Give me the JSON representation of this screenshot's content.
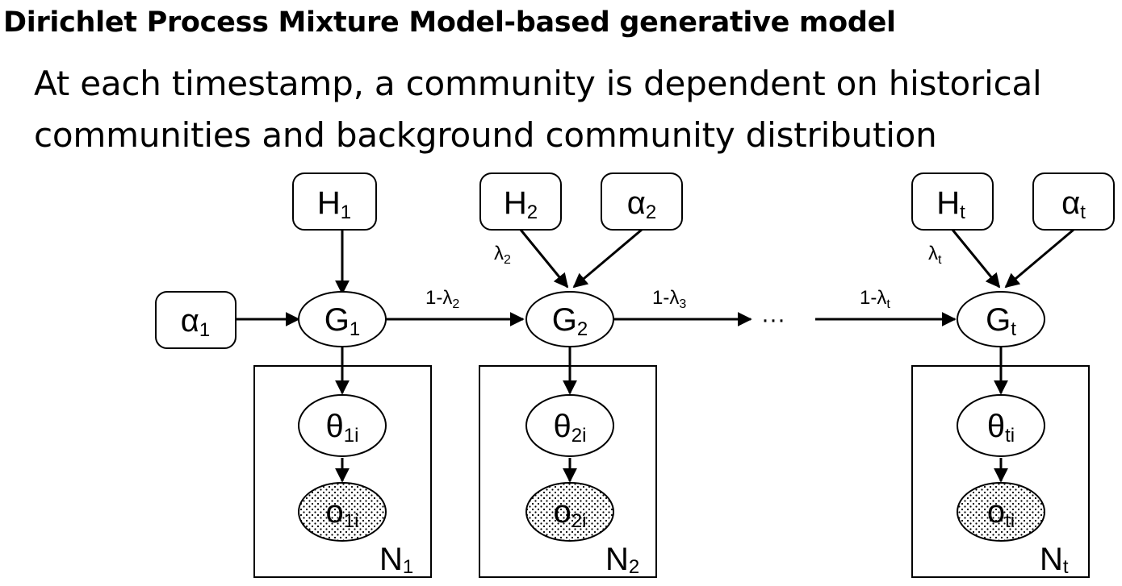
{
  "header": {
    "title": "Dirichlet Process Mixture Model-based generative model",
    "subtitle_lines": [
      "At each timestamp, a community is dependent on historical",
      "communities and background community distribution"
    ]
  },
  "diagram": {
    "nodes": {
      "H1": {
        "sym": "H",
        "sub": "1"
      },
      "H2": {
        "sym": "H",
        "sub": "2"
      },
      "Ht": {
        "sym": "H",
        "sub": "t"
      },
      "a1": {
        "sym": "α",
        "sub": "1"
      },
      "a2": {
        "sym": "α",
        "sub": "2"
      },
      "at": {
        "sym": "α",
        "sub": "t"
      },
      "G1": {
        "sym": "G",
        "sub": "1"
      },
      "G2": {
        "sym": "G",
        "sub": "2"
      },
      "Gt": {
        "sym": "G",
        "sub": "t"
      },
      "th1": {
        "sym": "θ",
        "sub": "1i"
      },
      "th2": {
        "sym": "θ",
        "sub": "2i"
      },
      "tht": {
        "sym": "θ",
        "sub": "ti"
      },
      "o1": {
        "sym": "o",
        "sub": "1i"
      },
      "o2": {
        "sym": "o",
        "sub": "2i"
      },
      "ot": {
        "sym": "o",
        "sub": "ti"
      }
    },
    "plates": {
      "p1": {
        "sym": "N",
        "sub": "1"
      },
      "p2": {
        "sym": "N",
        "sub": "2"
      },
      "pt": {
        "sym": "N",
        "sub": "t"
      }
    },
    "edge_labels": {
      "e12": {
        "main": "1-λ",
        "sub": "2"
      },
      "e23": {
        "main": "1-λ",
        "sub": "3"
      },
      "edt": {
        "main": "1-λ",
        "sub": "t"
      },
      "l2": {
        "main": "λ",
        "sub": "2"
      },
      "lt": {
        "main": "λ",
        "sub": "t"
      }
    },
    "ellipsis": "···"
  }
}
